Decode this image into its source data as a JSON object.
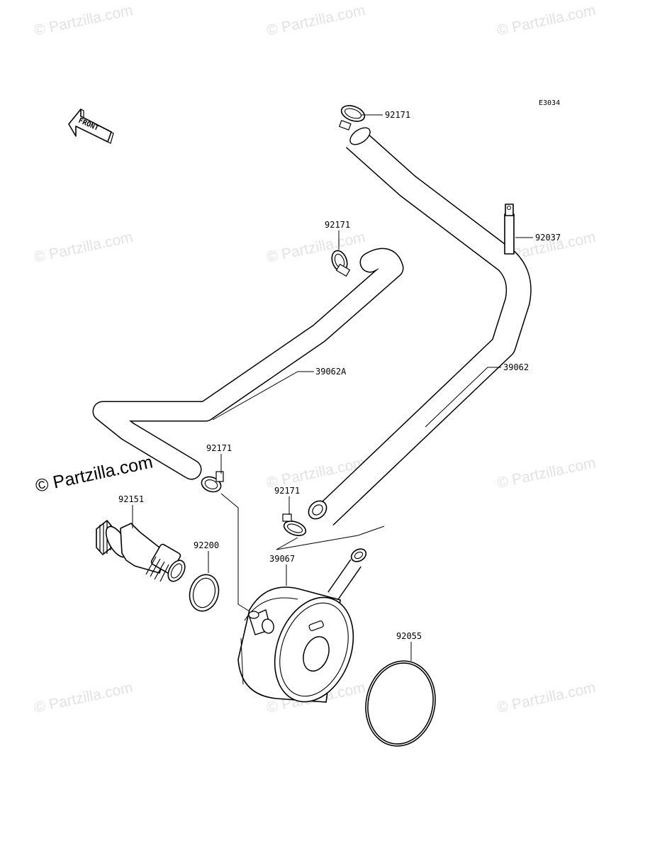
{
  "diagram_code": "E3034",
  "front_label": "FRONT",
  "watermark": "© Partzilla.com",
  "watermark_main": "© Partzilla.com",
  "callouts": {
    "clamp_top": "92171",
    "band": "92037",
    "clamp_upper": "92171",
    "hose_a": "39062A",
    "hose": "39062",
    "clamp_left": "92171",
    "clamp_right": "92171",
    "bolt": "92151",
    "gasket": "92200",
    "cooler": "39067",
    "oring": "92055"
  }
}
